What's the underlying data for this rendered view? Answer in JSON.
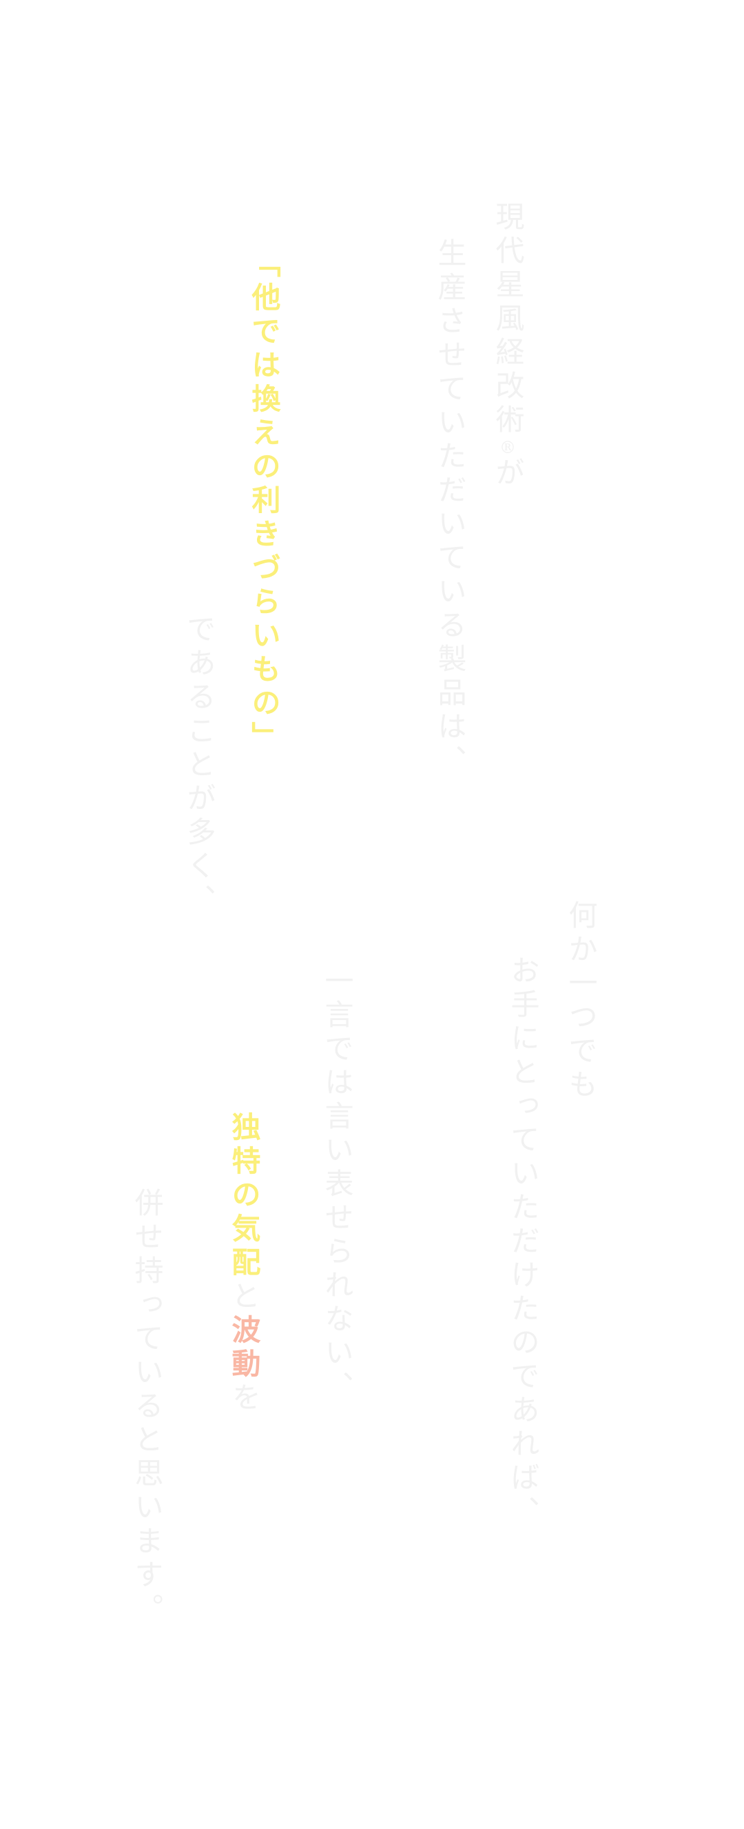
{
  "colors": {
    "background": "#ffffff",
    "body_text": "#f1f1f1",
    "highlight_yellow": "#fbef7a",
    "highlight_salmon": "#f9b7a4"
  },
  "columns": [
    {
      "id": "col-1",
      "text": "現代星風経改術",
      "suffix_mark": "®",
      "suffix": "が"
    },
    {
      "id": "col-2",
      "text": "生産させていただいている製品は、"
    },
    {
      "id": "col-3",
      "text": "「他では換えの利きづらいもの」",
      "style": "bold-yellow"
    },
    {
      "id": "col-4",
      "text": "であることが多く、"
    },
    {
      "id": "col-5",
      "text": "何か一つでも"
    },
    {
      "id": "col-6",
      "text": "お手にとっていただけたのであれば、"
    },
    {
      "id": "col-7",
      "text": "一言では言い表せられない、"
    },
    {
      "id": "col-8",
      "segments": [
        {
          "text": "独特の気配",
          "style": "bold-yellow"
        },
        {
          "text": "と",
          "style": "faint"
        },
        {
          "text": "波動",
          "style": "bold-salmon"
        },
        {
          "text": "を",
          "style": "faint"
        }
      ]
    },
    {
      "id": "col-9",
      "text": "併せ持っていると思います。"
    }
  ]
}
